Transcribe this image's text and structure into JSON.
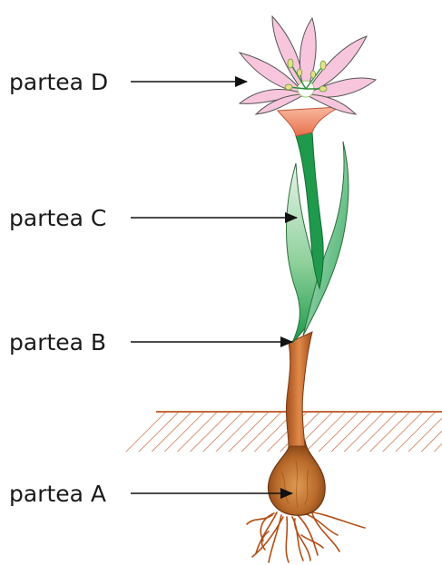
{
  "labels": {
    "part_d": "partea D",
    "part_c": "partea C",
    "part_b": "partea B",
    "part_a": "partea A"
  },
  "colors": {
    "petal": "#f7c6dc",
    "petal_stroke": "#444444",
    "flower_tube": "#f08a6a",
    "leaf_dark": "#1a9a4a",
    "leaf_light": "#9fd6a8",
    "stem": "#c0612a",
    "bulb": "#a85a1e",
    "root": "#b24f16",
    "soil_hatch": "#c4693c",
    "arrow": "#111111"
  }
}
